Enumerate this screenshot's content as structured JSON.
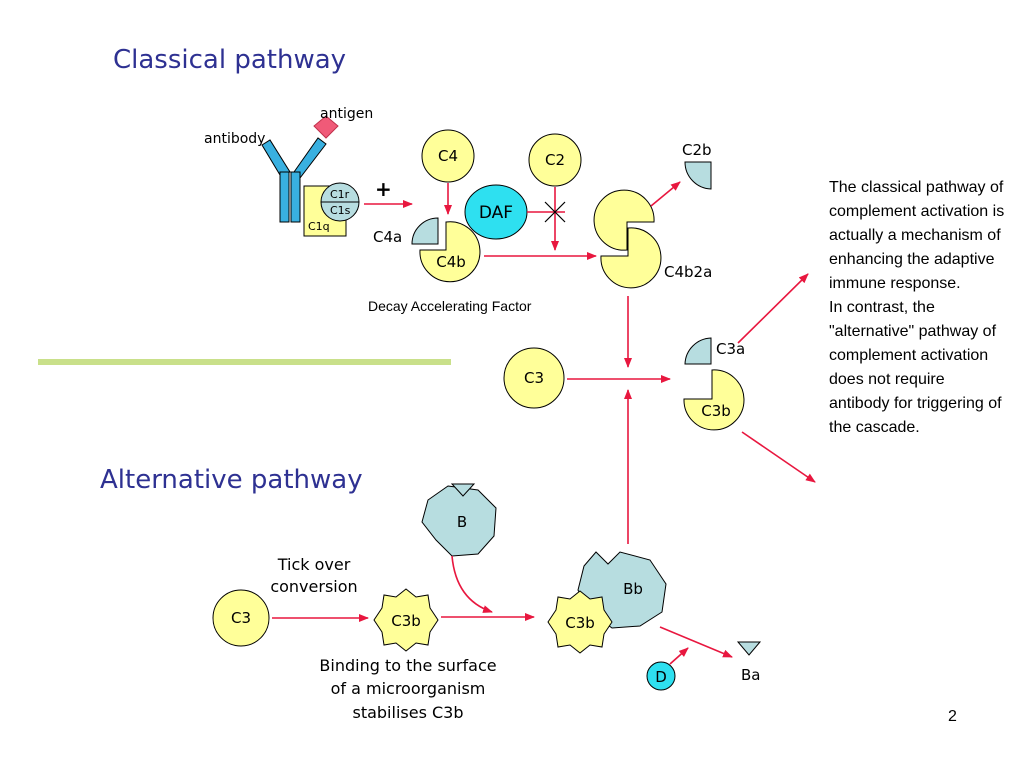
{
  "titles": {
    "classical": "Classical pathway",
    "alternative": "Alternative pathway"
  },
  "labels": {
    "antigen": "antigen",
    "antibody": "antibody",
    "c1r": "C1r",
    "c1s": "C1s",
    "c1q": "C1q",
    "plus": "+",
    "c4": "C4",
    "c2": "C2",
    "daf": "DAF",
    "c2b": "C2b",
    "c4a": "C4a",
    "c4b": "C4b",
    "c4b2a": "C4b2a",
    "decay_factor": "Decay Accelerating Factor",
    "c3": "C3",
    "c3a": "C3a",
    "c3b": "C3b",
    "b": "B",
    "bb": "Bb",
    "d": "D",
    "ba": "Ba",
    "tick_over_1": "Tick over",
    "tick_over_2": "conversion",
    "binding_1": "Binding to the surface",
    "binding_2": "of a microorganism",
    "binding_3": "stabilises C3b"
  },
  "side_text": {
    "para1": "The classical pathway of complement activation is actually a mechanism of enhancing the adaptive immune response.",
    "para2": "In contrast, the \"alternative\" pathway of complement activation does not require antibody for triggering of the cascade."
  },
  "page_number": "2",
  "colors": {
    "title": "#2e3192",
    "arrow": "#e8173f",
    "protein_yellow": "#ffff99",
    "fragment_blue": "#b7dde0",
    "daf_cyan": "#2ee0f0",
    "antibody_blue": "#39b0e0",
    "antigen_pink": "#f05a78",
    "divider": "#c9e08a"
  }
}
